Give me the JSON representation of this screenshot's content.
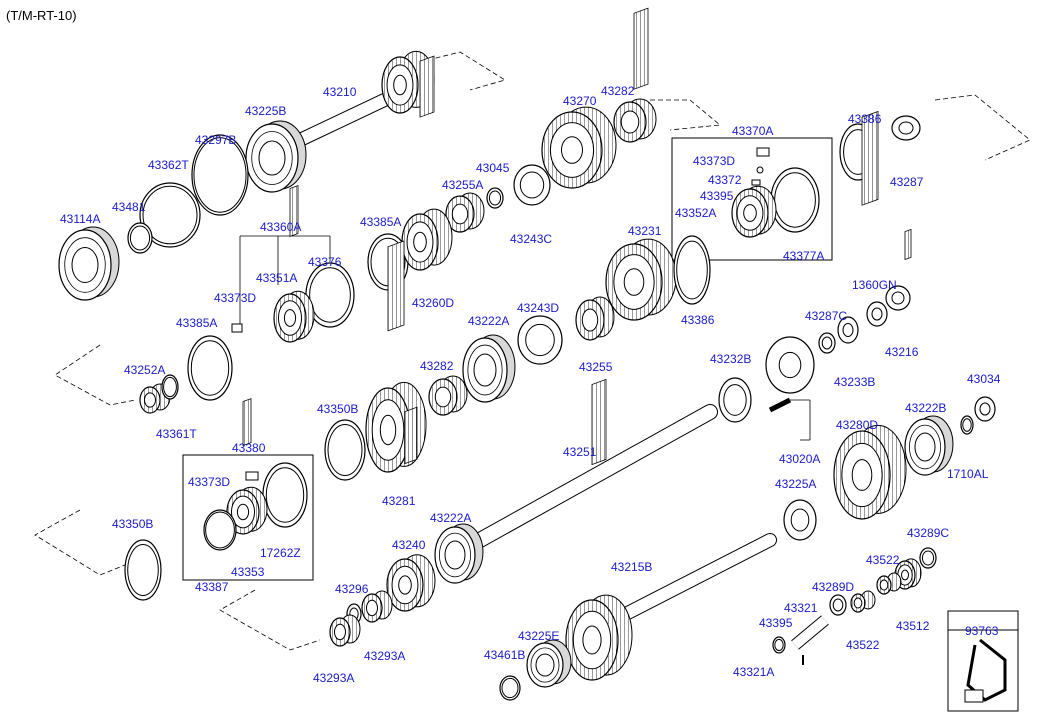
{
  "header": {
    "model_code": "(T/M-RT-10)"
  },
  "colors": {
    "label": "#1a1acc",
    "line": "#000000",
    "part_fill": "#ffffff",
    "part_shade": "#d8d8d8"
  },
  "parts": [
    {
      "id": "43210",
      "label": "43210"
    },
    {
      "id": "43225B",
      "label": "43225B"
    },
    {
      "id": "43297B",
      "label": "43297B"
    },
    {
      "id": "43362T",
      "label": "43362T"
    },
    {
      "id": "43481",
      "label": "43481"
    },
    {
      "id": "43114A",
      "label": "43114A"
    },
    {
      "id": "43270",
      "label": "43270"
    },
    {
      "id": "43282_top",
      "label": "43282"
    },
    {
      "id": "43045",
      "label": "43045"
    },
    {
      "id": "43255A",
      "label": "43255A"
    },
    {
      "id": "43243C",
      "label": "43243C"
    },
    {
      "id": "43370A",
      "label": "43370A"
    },
    {
      "id": "43373D_top",
      "label": "43373D"
    },
    {
      "id": "43372",
      "label": "43372"
    },
    {
      "id": "43395_top",
      "label": "43395"
    },
    {
      "id": "43352A",
      "label": "43352A"
    },
    {
      "id": "43377A",
      "label": "43377A"
    },
    {
      "id": "43386_top",
      "label": "43386"
    },
    {
      "id": "43287",
      "label": "43287"
    },
    {
      "id": "43360A",
      "label": "43360A"
    },
    {
      "id": "43385A_top",
      "label": "43385A"
    },
    {
      "id": "43376",
      "label": "43376"
    },
    {
      "id": "43351A",
      "label": "43351A"
    },
    {
      "id": "43373D_mid",
      "label": "43373D"
    },
    {
      "id": "43260D",
      "label": "43260D"
    },
    {
      "id": "43231",
      "label": "43231"
    },
    {
      "id": "43386_mid",
      "label": "43386"
    },
    {
      "id": "1360GN",
      "label": "1360GN"
    },
    {
      "id": "43287C",
      "label": "43287C"
    },
    {
      "id": "43216",
      "label": "43216"
    },
    {
      "id": "43233B",
      "label": "43233B"
    },
    {
      "id": "43385A_mid",
      "label": "43385A"
    },
    {
      "id": "43252A",
      "label": "43252A"
    },
    {
      "id": "43361T",
      "label": "43361T"
    },
    {
      "id": "43243D",
      "label": "43243D"
    },
    {
      "id": "43222A_top",
      "label": "43222A"
    },
    {
      "id": "43255",
      "label": "43255"
    },
    {
      "id": "43232B",
      "label": "43232B"
    },
    {
      "id": "43034",
      "label": "43034"
    },
    {
      "id": "43282_mid",
      "label": "43282"
    },
    {
      "id": "43350B_top",
      "label": "43350B"
    },
    {
      "id": "43281",
      "label": "43281"
    },
    {
      "id": "43020A",
      "label": "43020A"
    },
    {
      "id": "43280D",
      "label": "43280D"
    },
    {
      "id": "43222B",
      "label": "43222B"
    },
    {
      "id": "1710AL",
      "label": "1710AL"
    },
    {
      "id": "43380",
      "label": "43380"
    },
    {
      "id": "43373D_low",
      "label": "43373D"
    },
    {
      "id": "43251",
      "label": "43251"
    },
    {
      "id": "43225A",
      "label": "43225A"
    },
    {
      "id": "17262Z",
      "label": "17262Z"
    },
    {
      "id": "43353",
      "label": "43353"
    },
    {
      "id": "43387",
      "label": "43387"
    },
    {
      "id": "43350B_low",
      "label": "43350B"
    },
    {
      "id": "43222A_low",
      "label": "43222A"
    },
    {
      "id": "43240",
      "label": "43240"
    },
    {
      "id": "43289C",
      "label": "43289C"
    },
    {
      "id": "43296",
      "label": "43296"
    },
    {
      "id": "43215B",
      "label": "43215B"
    },
    {
      "id": "43522_a",
      "label": "43522"
    },
    {
      "id": "43289D",
      "label": "43289D"
    },
    {
      "id": "43293A_a",
      "label": "43293A"
    },
    {
      "id": "43293A_b",
      "label": "43293A"
    },
    {
      "id": "43512",
      "label": "43512"
    },
    {
      "id": "43321",
      "label": "43321"
    },
    {
      "id": "43395_low",
      "label": "43395"
    },
    {
      "id": "43522_b",
      "label": "43522"
    },
    {
      "id": "43225E",
      "label": "43225E"
    },
    {
      "id": "43461B",
      "label": "43461B"
    },
    {
      "id": "43321A",
      "label": "43321A"
    },
    {
      "id": "93763",
      "label": "93763"
    }
  ]
}
